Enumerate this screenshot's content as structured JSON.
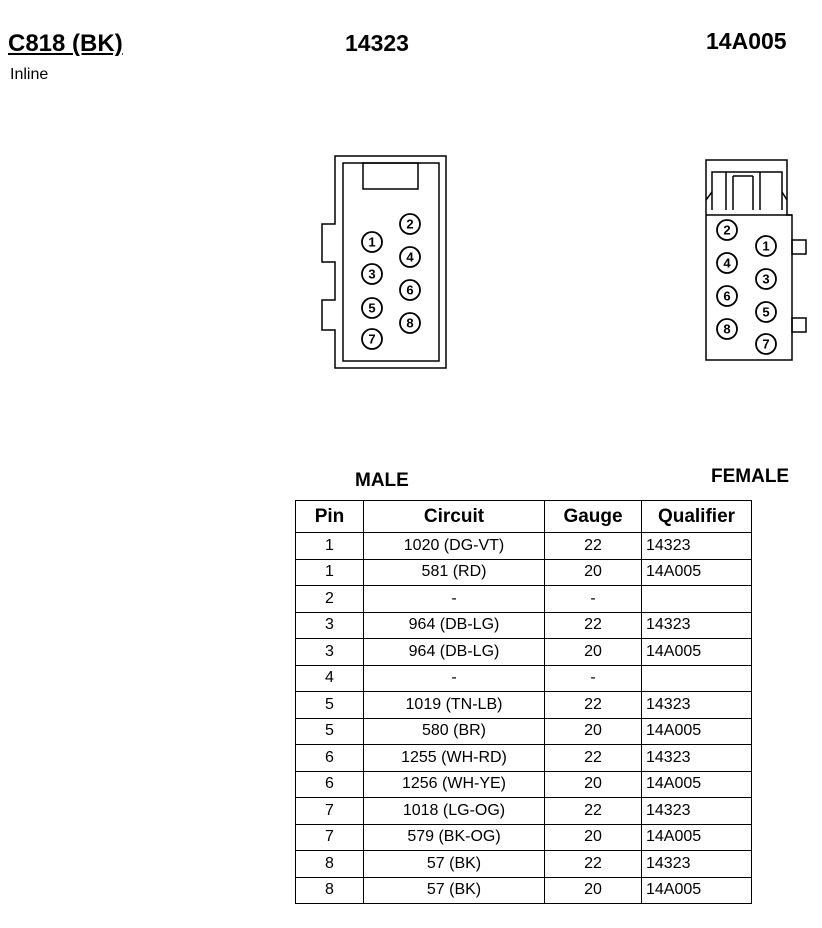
{
  "header": {
    "connector_id": "C818 (BK)",
    "connector_type": "Inline",
    "male_part": "14323",
    "female_part": "14A005"
  },
  "labels": {
    "male": "MALE",
    "female": "FEMALE"
  },
  "male_pins": [
    "1",
    "2",
    "3",
    "4",
    "5",
    "6",
    "7",
    "8"
  ],
  "female_pins": [
    "1",
    "2",
    "3",
    "4",
    "5",
    "6",
    "7",
    "8"
  ],
  "table": {
    "columns": [
      "Pin",
      "Circuit",
      "Gauge",
      "Qualifier"
    ],
    "rows": [
      {
        "pin": "1",
        "circuit": "1020 (DG-VT)",
        "gauge": "22",
        "qualifier": "14323"
      },
      {
        "pin": "1",
        "circuit": "581 (RD)",
        "gauge": "20",
        "qualifier": "14A005"
      },
      {
        "pin": "2",
        "circuit": "-",
        "gauge": "-",
        "qualifier": ""
      },
      {
        "pin": "3",
        "circuit": "964 (DB-LG)",
        "gauge": "22",
        "qualifier": "14323"
      },
      {
        "pin": "3",
        "circuit": "964 (DB-LG)",
        "gauge": "20",
        "qualifier": "14A005"
      },
      {
        "pin": "4",
        "circuit": "-",
        "gauge": "-",
        "qualifier": ""
      },
      {
        "pin": "5",
        "circuit": "1019 (TN-LB)",
        "gauge": "22",
        "qualifier": "14323"
      },
      {
        "pin": "5",
        "circuit": "580 (BR)",
        "gauge": "20",
        "qualifier": "14A005"
      },
      {
        "pin": "6",
        "circuit": "1255 (WH-RD)",
        "gauge": "22",
        "qualifier": "14323"
      },
      {
        "pin": "6",
        "circuit": "1256 (WH-YE)",
        "gauge": "20",
        "qualifier": "14A005"
      },
      {
        "pin": "7",
        "circuit": "1018 (LG-OG)",
        "gauge": "22",
        "qualifier": "14323"
      },
      {
        "pin": "7",
        "circuit": "579 (BK-OG)",
        "gauge": "20",
        "qualifier": "14A005"
      },
      {
        "pin": "8",
        "circuit": "57 (BK)",
        "gauge": "22",
        "qualifier": "14323"
      },
      {
        "pin": "8",
        "circuit": "57 (BK)",
        "gauge": "20",
        "qualifier": "14A005"
      }
    ]
  }
}
